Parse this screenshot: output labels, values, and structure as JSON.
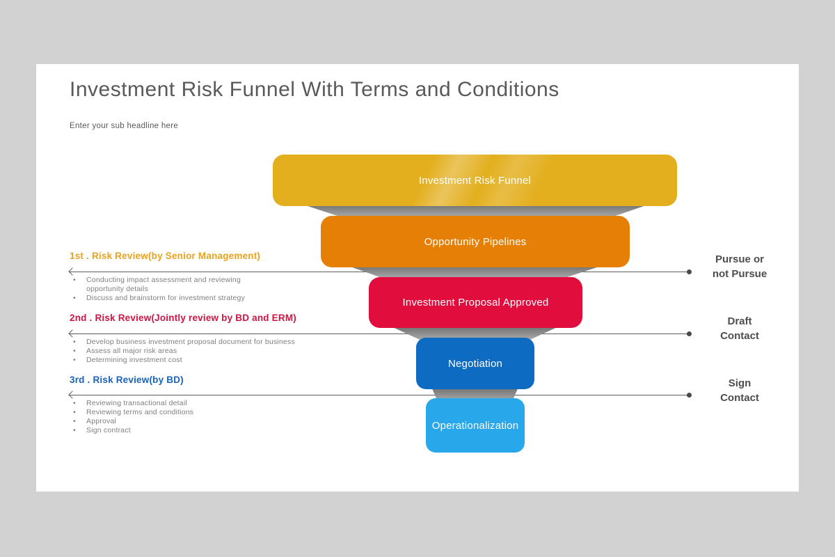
{
  "page": {
    "background_color": "#d2d2d2",
    "slide_background_color": "#ffffff"
  },
  "header": {
    "title": "Investment Risk Funnel With Terms and Conditions",
    "subtitle": "Enter your sub headline here",
    "title_color": "#595959"
  },
  "funnel": {
    "connector_color": "#8a8a8a",
    "label_text_color": "#ffffff",
    "levels": [
      {
        "label": "Investment Risk Funnel",
        "color": "#E3AF1E"
      },
      {
        "label": "Opportunity Pipelines",
        "color": "#E67F06"
      },
      {
        "label": "Investment Proposal Approved",
        "color": "#E00D3D"
      },
      {
        "label": "Negotiation",
        "color": "#0D6CC1"
      },
      {
        "label": "Operationalization",
        "color": "#29A7EB"
      }
    ]
  },
  "left_sections": [
    {
      "heading": "1st . Risk Review(by Senior Management)",
      "color": "#E8A21D",
      "bullets": [
        "Conducting impact assessment and reviewing opportunity details",
        "Discuss and brainstorm for investment strategy"
      ]
    },
    {
      "heading": "2nd . Risk Review(Jointly review by BD and ERM)",
      "color": "#CE1543",
      "bullets": [
        "Develop business investment proposal document for business",
        "Assess all major risk areas",
        "Determining investment cost"
      ]
    },
    {
      "heading": "3rd . Risk Review(by BD)",
      "color": "#1762BC",
      "bullets": [
        "Reviewing transactional detail",
        "Reviewing terms and conditions",
        "Approval",
        "Sign contract"
      ]
    }
  ],
  "right_labels": [
    {
      "lines": [
        "Pursue or",
        "not Pursue"
      ]
    },
    {
      "lines": [
        "Draft",
        "Contact"
      ]
    },
    {
      "lines": [
        "Sign",
        "Contact"
      ]
    }
  ],
  "arrow": {
    "line_color": "#5a5a5a",
    "dot_color": "#4a4a4a"
  }
}
